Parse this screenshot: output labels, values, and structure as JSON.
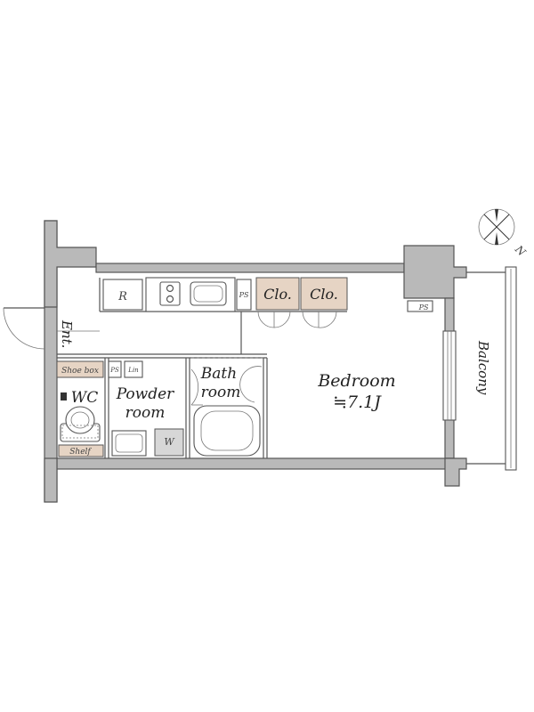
{
  "rooms": {
    "bedroom": "Bedroom",
    "bedroom_area": "≒7.1J",
    "bath_line1": "Bath",
    "bath_line2": "room",
    "powder_line1": "Powder",
    "powder_line2": "room",
    "wc": "WC",
    "entrance": "Ent.",
    "balcony": "Balcony"
  },
  "fixtures": {
    "refrigerator": "R",
    "pipe_space": "PS",
    "closet_1": "Clo.",
    "closet_2": "Clo.",
    "shoe_box": "Shoe box",
    "linen": "Lin",
    "shelf": "Shelf",
    "washer": "W"
  },
  "compass": {
    "north_label": "N"
  },
  "colors": {
    "wall_fill": "#b9b9b9",
    "closet_fill": "#e6d4c4",
    "line": "#555555"
  }
}
